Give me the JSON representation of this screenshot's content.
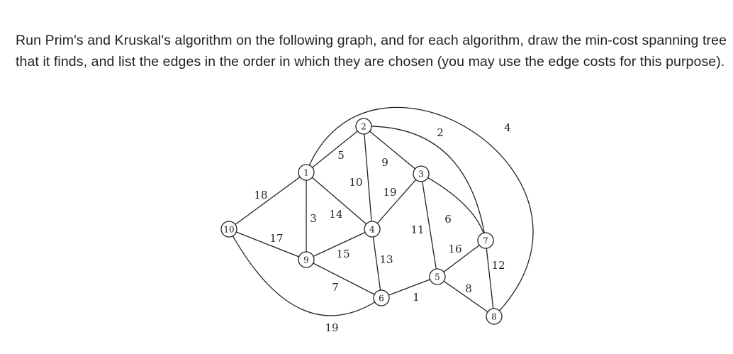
{
  "question": {
    "line1": "Run Prim's and Kruskal's algorithm on the following graph, and for each algorithm, draw the min-cost spanning tree",
    "line2": "that it finds, and list the edges in the order in which they are chosen (you may use the edge costs for this purpose)."
  },
  "graph": {
    "nodes": [
      {
        "id": "1",
        "label": "1"
      },
      {
        "id": "2",
        "label": "2"
      },
      {
        "id": "3",
        "label": "3"
      },
      {
        "id": "4",
        "label": "4"
      },
      {
        "id": "5",
        "label": "5"
      },
      {
        "id": "6",
        "label": "6"
      },
      {
        "id": "7",
        "label": "7"
      },
      {
        "id": "8",
        "label": "8"
      },
      {
        "id": "9",
        "label": "9"
      },
      {
        "id": "10",
        "label": "10"
      }
    ],
    "edges": [
      {
        "id": "e10-1",
        "from": "10",
        "to": "1",
        "weight": "18"
      },
      {
        "id": "e10-9",
        "from": "10",
        "to": "9",
        "weight": "17"
      },
      {
        "id": "e10-6",
        "from": "10",
        "to": "6",
        "weight": "19"
      },
      {
        "id": "e1-2",
        "from": "1",
        "to": "2",
        "weight": "5"
      },
      {
        "id": "e1-9",
        "from": "1",
        "to": "9",
        "weight": "3"
      },
      {
        "id": "e1-4",
        "from": "1",
        "to": "4",
        "weight": "14"
      },
      {
        "id": "e1-8",
        "from": "1",
        "to": "8",
        "weight": "4"
      },
      {
        "id": "e2-4",
        "from": "2",
        "to": "4",
        "weight": "10"
      },
      {
        "id": "e2-3",
        "from": "2",
        "to": "3",
        "weight": "9"
      },
      {
        "id": "e2-7",
        "from": "2",
        "to": "7",
        "weight": "2"
      },
      {
        "id": "e3-4",
        "from": "3",
        "to": "4",
        "weight": "19"
      },
      {
        "id": "e3-5",
        "from": "3",
        "to": "5",
        "weight": "11"
      },
      {
        "id": "e3-7",
        "from": "3",
        "to": "7",
        "weight": "6"
      },
      {
        "id": "e4-9",
        "from": "4",
        "to": "9",
        "weight": "15"
      },
      {
        "id": "e4-6",
        "from": "4",
        "to": "6",
        "weight": "13"
      },
      {
        "id": "e9-6",
        "from": "9",
        "to": "6",
        "weight": "7"
      },
      {
        "id": "e6-5",
        "from": "6",
        "to": "5",
        "weight": "1"
      },
      {
        "id": "e5-7",
        "from": "5",
        "to": "7",
        "weight": "16"
      },
      {
        "id": "e5-8",
        "from": "5",
        "to": "8",
        "weight": "8"
      },
      {
        "id": "e7-8",
        "from": "7",
        "to": "8",
        "weight": "12"
      }
    ]
  }
}
